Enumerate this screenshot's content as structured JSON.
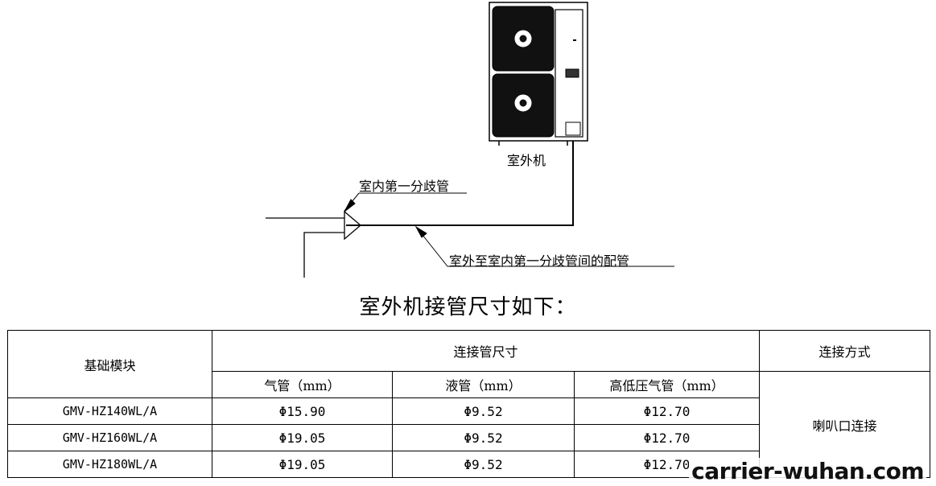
{
  "diagram": {
    "outdoor_unit_label": "室外机",
    "branch_label": "室内第一分歧管",
    "pipe_label": "室外至室内第一分歧管间的配管"
  },
  "title": "室外机接管尺寸如下：",
  "table": {
    "header": {
      "module": "基础模块",
      "size_group": "连接管尺寸",
      "method": "连接方式"
    },
    "subheaders": [
      "气管（mm）",
      "液管（mm）",
      "高低压气管（mm）"
    ],
    "rows": [
      {
        "model": "GMV-HZ140WL/A",
        "gas": "Φ15.90",
        "liquid": "Φ9.52",
        "hp_gas": "Φ12.70"
      },
      {
        "model": "GMV-HZ160WL/A",
        "gas": "Φ19.05",
        "liquid": "Φ9.52",
        "hp_gas": "Φ12.70"
      },
      {
        "model": "GMV-HZ180WL/A",
        "gas": "Φ19.05",
        "liquid": "Φ9.52",
        "hp_gas": "Φ12.70"
      }
    ],
    "method_value": "喇叭口连接"
  },
  "watermark": "carrier-wuhan.com"
}
